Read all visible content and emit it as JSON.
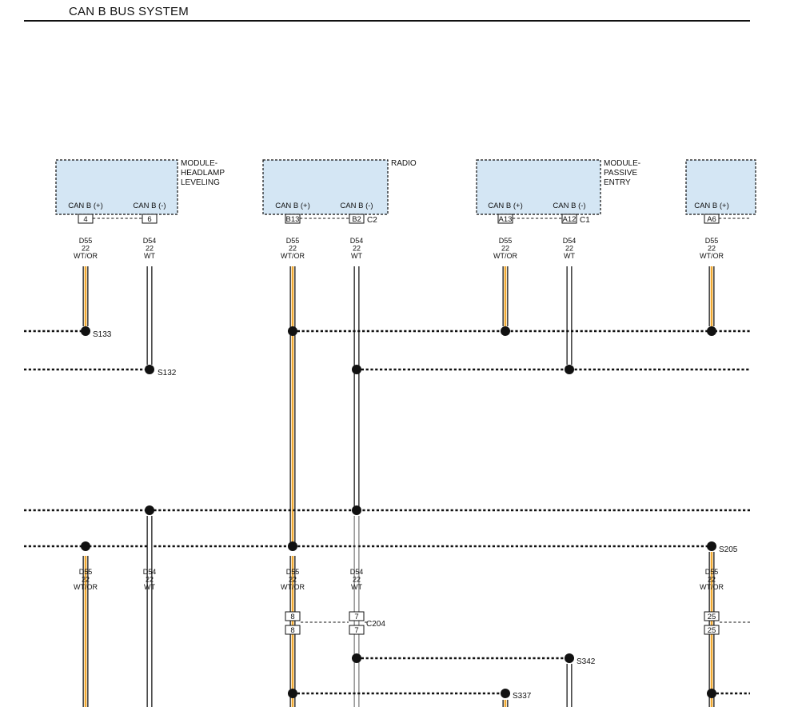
{
  "page": {
    "title": "CAN B BUS SYSTEM"
  },
  "modules": [
    {
      "name": "MODULE-\nHEADLAMP\nLEVELING",
      "pins": [
        {
          "label": "CAN B (+)",
          "pin": "4",
          "wire": [
            "D55",
            "22",
            "WT/OR"
          ]
        },
        {
          "label": "CAN B (-)",
          "pin": "6",
          "wire": [
            "D54",
            "22",
            "WT"
          ]
        }
      ],
      "connector": ""
    },
    {
      "name": "RADIO",
      "pins": [
        {
          "label": "CAN B (+)",
          "pin": "B13",
          "wire": [
            "D55",
            "22",
            "WT/OR"
          ]
        },
        {
          "label": "CAN B (-)",
          "pin": "B2",
          "wire": [
            "D54",
            "22",
            "WT"
          ]
        }
      ],
      "connector": "C2"
    },
    {
      "name": "MODULE-\nPASSIVE\nENTRY",
      "pins": [
        {
          "label": "CAN B (+)",
          "pin": "A13",
          "wire": [
            "D55",
            "22",
            "WT/OR"
          ]
        },
        {
          "label": "CAN B (-)",
          "pin": "A12",
          "wire": [
            "D54",
            "22",
            "WT"
          ]
        }
      ],
      "connector": "C1"
    },
    {
      "name": "",
      "pins": [
        {
          "label": "CAN B (+)",
          "pin": "A6",
          "wire": [
            "D55",
            "22",
            "WT/OR"
          ]
        }
      ],
      "connector": ""
    }
  ],
  "splices": [
    "S133",
    "S132",
    "S205",
    "S342",
    "S337"
  ],
  "lower_wires": [
    [
      "D55",
      "22",
      "WT/OR"
    ],
    [
      "D54",
      "22",
      "WT"
    ],
    [
      "D55",
      "22",
      "WT/OR"
    ],
    [
      "D54",
      "22",
      "WT"
    ],
    [
      "D55",
      "22",
      "WT/OR"
    ]
  ],
  "connectors": [
    {
      "name": "C204",
      "pins": [
        "8",
        "7"
      ]
    },
    {
      "name": "",
      "pins": [
        "25"
      ]
    }
  ],
  "colors": {
    "wt_or": "#f0a830",
    "wt": "#ffffff",
    "module_fill": "#d4e6f4",
    "ink": "#111111"
  }
}
